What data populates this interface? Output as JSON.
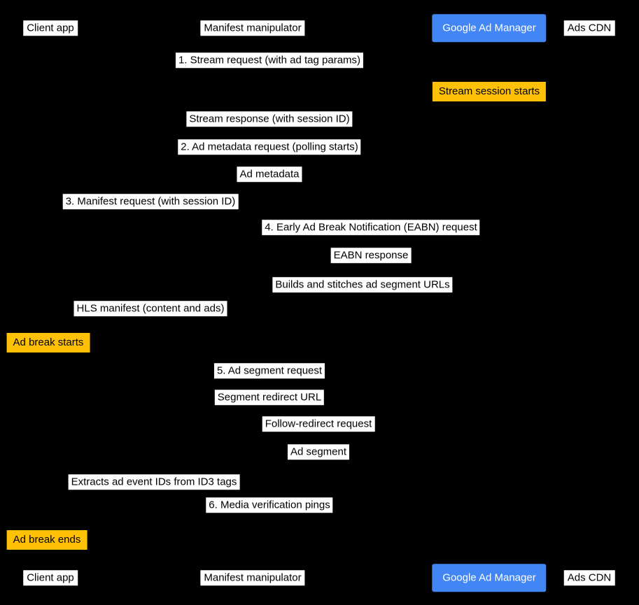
{
  "colors": {
    "background": "#000000",
    "label_bg": "#ffffff",
    "label_text": "#000000",
    "highlight_bg": "#4285f4",
    "highlight_text": "#ffffff",
    "note_bg": "#ffc107",
    "note_text": "#000000"
  },
  "participants": [
    {
      "label": "Client app",
      "style": "plain"
    },
    {
      "label": "Manifest manipulator",
      "style": "plain"
    },
    {
      "label": "Google Ad Manager",
      "style": "highlight"
    },
    {
      "label": "Ads CDN",
      "style": "plain"
    }
  ],
  "messages": [
    {
      "label": "1. Stream request (with ad tag params)",
      "kind": "message"
    },
    {
      "label": "Stream session starts",
      "kind": "note"
    },
    {
      "label": "Stream response (with session ID)",
      "kind": "message"
    },
    {
      "label": "2. Ad metadata request (polling starts)",
      "kind": "message"
    },
    {
      "label": "Ad metadata",
      "kind": "message"
    },
    {
      "label": "3. Manifest request (with session ID)",
      "kind": "message"
    },
    {
      "label": "4. Early Ad Break Notification (EABN) request",
      "kind": "message"
    },
    {
      "label": "EABN response",
      "kind": "message"
    },
    {
      "label": "Builds and stitches ad segment URLs",
      "kind": "action"
    },
    {
      "label": "HLS manifest (content and ads)",
      "kind": "message"
    },
    {
      "label": "Ad break starts",
      "kind": "note"
    },
    {
      "label": "5. Ad segment request",
      "kind": "message"
    },
    {
      "label": "Segment redirect URL",
      "kind": "message"
    },
    {
      "label": "Follow-redirect request",
      "kind": "message"
    },
    {
      "label": "Ad segment",
      "kind": "message"
    },
    {
      "label": "Extracts ad event IDs from ID3 tags",
      "kind": "action"
    },
    {
      "label": "6. Media verification pings",
      "kind": "message"
    },
    {
      "label": "Ad break ends",
      "kind": "note"
    }
  ]
}
